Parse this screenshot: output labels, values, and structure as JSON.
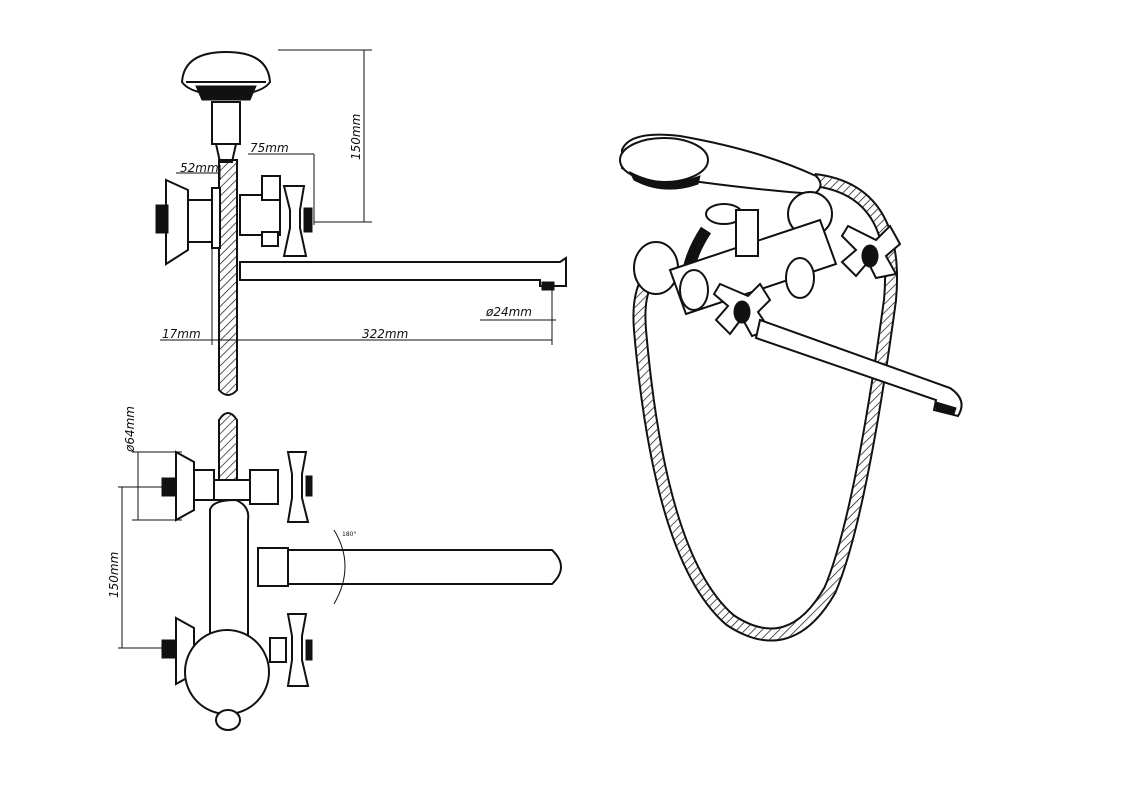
{
  "dimensions": {
    "side_view": {
      "shower_height": "150mm",
      "handle_offset": "75mm",
      "body_offset": "52mm",
      "wall_offset": "17mm",
      "spout_length": "322mm",
      "spout_diameter": "ø24mm"
    },
    "top_view": {
      "flange_diameter": "ø64mm",
      "center_distance": "150mm",
      "spout_rotation": "180°"
    }
  }
}
